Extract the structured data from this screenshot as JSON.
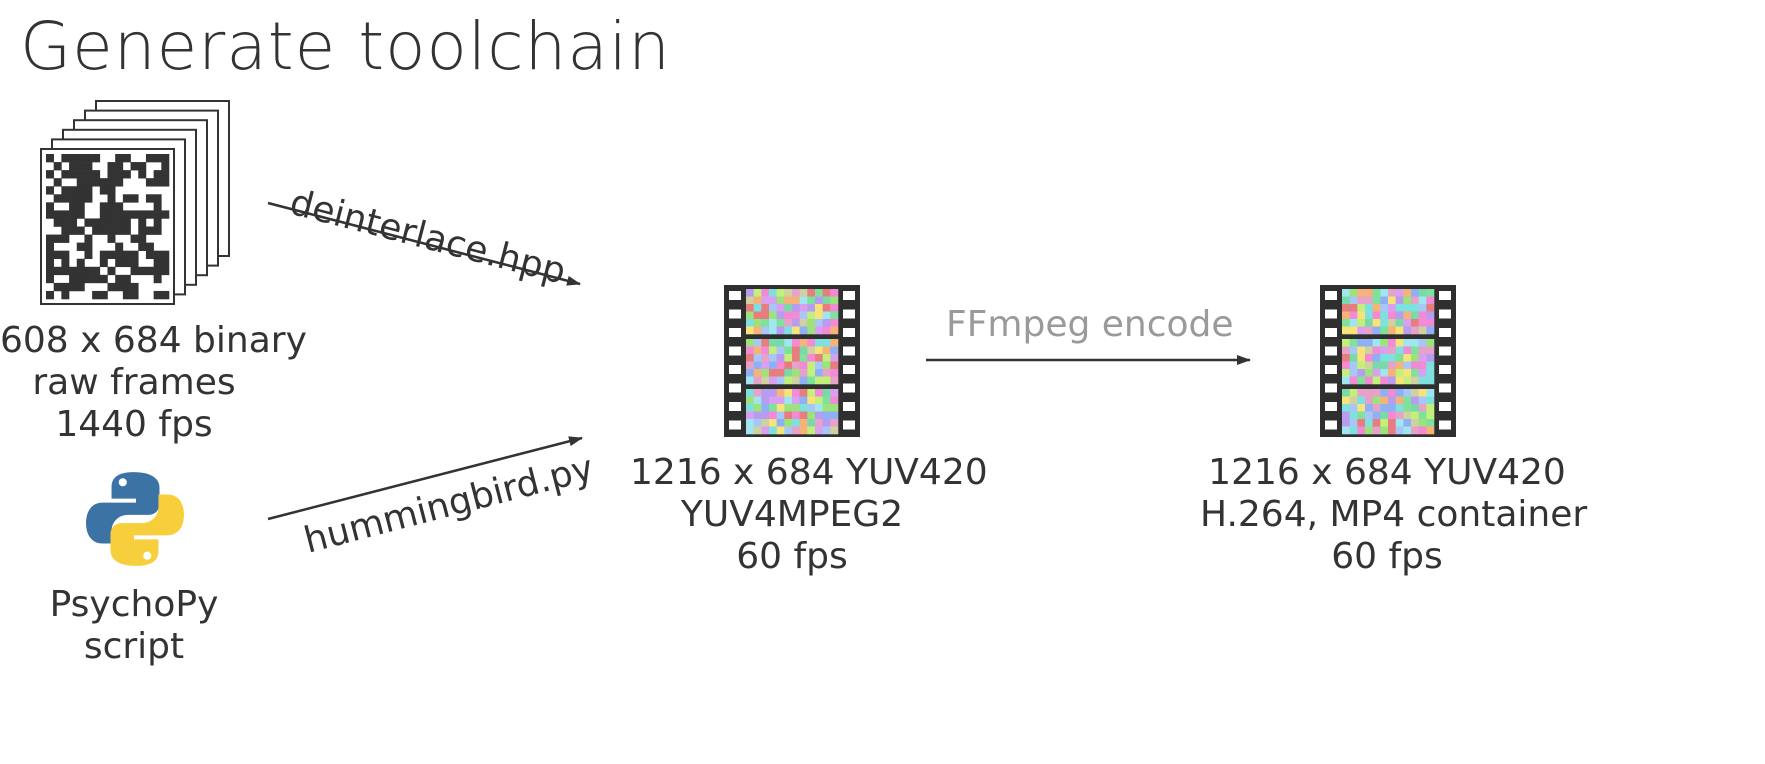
{
  "title": "Generate toolchain",
  "input": {
    "lines": [
      "608 x 684 binary",
      "raw frames",
      "1440 fps"
    ]
  },
  "psychopy": {
    "lines": [
      "PsychoPy",
      "script"
    ]
  },
  "intermediate": {
    "lines": [
      "1216 x 684 YUV420",
      "YUV4MPEG2",
      "60 fps"
    ]
  },
  "output": {
    "lines": [
      "1216 x 684 YUV420",
      "H.264, MP4 container",
      "60 fps"
    ]
  },
  "edges": {
    "deinterlace": "deinterlace.hpp",
    "hummingbird": "hummingbird.py",
    "ffmpeg": "FFmpeg encode"
  },
  "colors": {
    "text": "#333333",
    "muted": "#9a9a9a",
    "arrow": "#333333",
    "python_blue": "#3b73a5",
    "python_yellow": "#f7cf3c",
    "film": "#2f2f2f"
  },
  "icons": {
    "frames": "binary-frame-stack-icon",
    "python": "python-logo-icon",
    "film": "film-strip-icon"
  }
}
